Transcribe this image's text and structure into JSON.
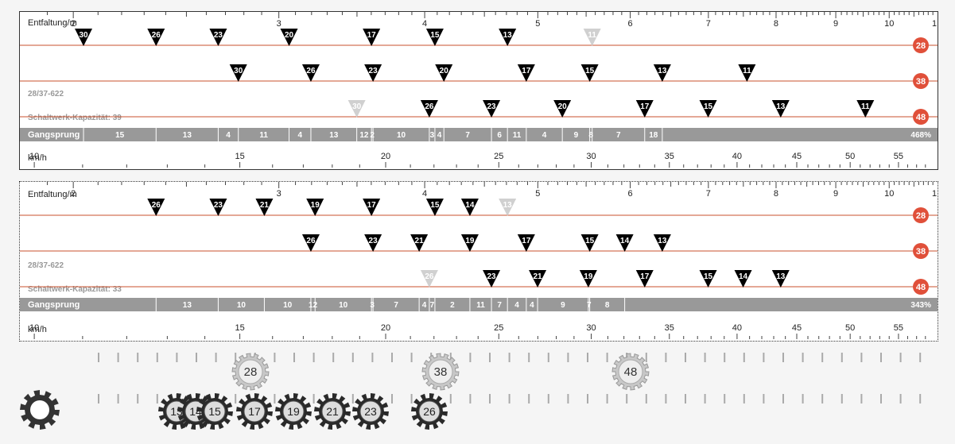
{
  "labels": {
    "entfaltung": "Entfaltung/m",
    "gangsprung": "Gangsprung",
    "kmh": "km/h"
  },
  "colors": {
    "chainring_line": "#c8502d",
    "chainring_badge": "#e0503a",
    "gangsprung_bar": "#999999",
    "marker": "#000000",
    "marker_faded": "#d0d0d0"
  },
  "scale": {
    "entfaltung_min": 1.8,
    "entfaltung_max": 11,
    "entfaltung_major_ticks": [
      2,
      3,
      4,
      5,
      6,
      7,
      8,
      9,
      10,
      11
    ],
    "entfaltung_major_labels": [
      "2",
      "3",
      "4",
      "5",
      "6",
      "7",
      "8",
      "9",
      "10",
      "1"
    ],
    "kmh_ticks": [
      10,
      15,
      20,
      25,
      30,
      35,
      40,
      45,
      50,
      55
    ],
    "kmh_labels": [
      "10",
      "15",
      "20",
      "25",
      "30",
      "35",
      "40",
      "45",
      "50",
      "55"
    ]
  },
  "panels": [
    {
      "tire": "28/37-622",
      "capacity": "Schaltwerk-Kapazität: 39",
      "chainrings": [
        "28",
        "38",
        "48"
      ],
      "rows": [
        {
          "ring": "28",
          "cogs": [
            "30",
            "26",
            "23",
            "20",
            "17",
            "15",
            "13",
            "11"
          ],
          "faded": [
            "11"
          ]
        },
        {
          "ring": "38",
          "cogs": [
            "30",
            "26",
            "23",
            "20",
            "17",
            "15",
            "13",
            "11"
          ],
          "faded": []
        },
        {
          "ring": "48",
          "cogs": [
            "30",
            "26",
            "23",
            "20",
            "17",
            "15",
            "13",
            "11"
          ],
          "faded": [
            "30"
          ]
        }
      ],
      "jumps": [
        "15",
        "13",
        "4",
        "11",
        "4",
        "13",
        "12",
        "2",
        "10",
        "3",
        "4",
        "7",
        "6",
        "11",
        "4",
        "9",
        "8",
        "7",
        "18"
      ],
      "total": "468%"
    },
    {
      "tire": "28/37-622",
      "capacity": "Schaltwerk-Kapazität: 33",
      "chainrings": [
        "28",
        "38",
        "48"
      ],
      "rows": [
        {
          "ring": "28",
          "cogs": [
            "26",
            "23",
            "21",
            "19",
            "17",
            "15",
            "14",
            "13"
          ],
          "faded": [
            "13"
          ]
        },
        {
          "ring": "38",
          "cogs": [
            "26",
            "23",
            "21",
            "19",
            "17",
            "15",
            "14",
            "13"
          ],
          "faded": []
        },
        {
          "ring": "48",
          "cogs": [
            "26",
            "23",
            "21",
            "19",
            "17",
            "15",
            "14",
            "13"
          ],
          "faded": [
            "26"
          ]
        }
      ],
      "jumps": [
        "13",
        "10",
        "10",
        "12",
        "10",
        "3",
        "7",
        "4",
        "7",
        "2",
        "11",
        "7",
        "4",
        "4",
        "9",
        "7",
        "8"
      ],
      "total": "343%"
    }
  ],
  "bottom": {
    "chainrings": [
      "28",
      "38",
      "48"
    ],
    "cassette": [
      "13",
      "14",
      "15",
      "17",
      "19",
      "21",
      "23",
      "26"
    ]
  }
}
